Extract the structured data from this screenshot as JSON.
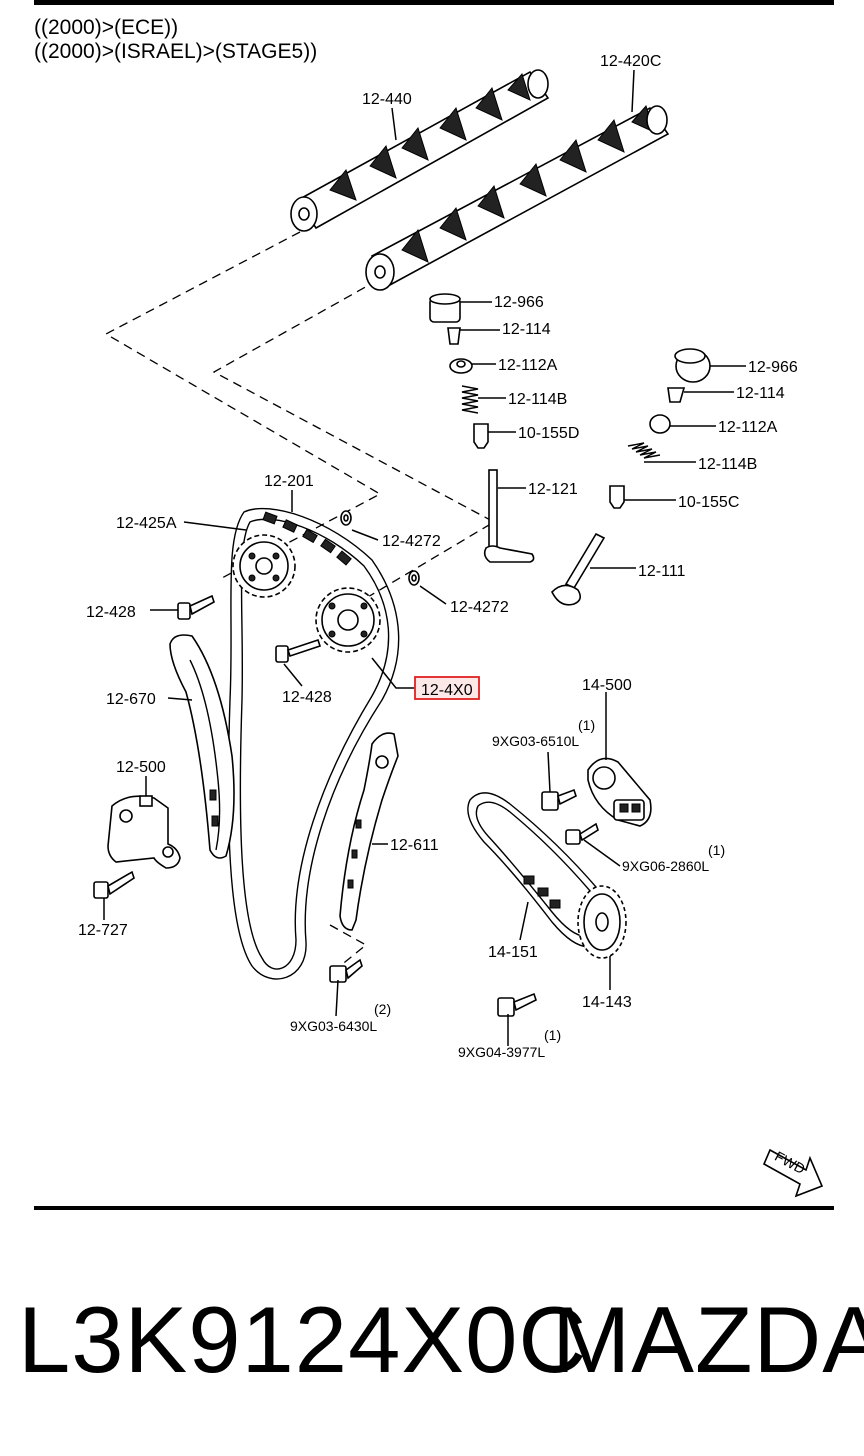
{
  "header": {
    "line1": "((2000)>(ECE))",
    "line2": "((2000)>(ISRAEL)>(STAGE5))"
  },
  "labels": {
    "camshaft_exhaust": "12-440",
    "camshaft_intake": "12-420C",
    "tappet_1": "12-966",
    "keeper_1": "12-114",
    "retainer_1": "12-112A",
    "spring_1": "12-114B",
    "seal_1": "10-155D",
    "tappet_2": "12-966",
    "keeper_2": "12-114",
    "retainer_2": "12-112A",
    "spring_2": "12-114B",
    "seal_2": "10-155C",
    "chain": "12-201",
    "sprocket": "12-425A",
    "washer_1": "12-4272",
    "washer_2": "12-4272",
    "valve_intake": "12-121",
    "valve_exhaust": "12-111",
    "bolt_1": "12-428",
    "bolt_2": "12-428",
    "vvt_highlight": "12-4X0",
    "guide": "12-670",
    "tensioner": "12-500",
    "tensioner_bolt": "12-727",
    "chain_guide": "12-611",
    "oil_pump_bracket": "14-500",
    "bolt_6510": "9XG03-6510L",
    "bolt_6510_qty": "(1)",
    "bolt_2860": "9XG06-2860L",
    "bolt_2860_qty": "(1)",
    "pump_chain": "14-151",
    "pump_sprocket": "14-143",
    "bolt_6430": "9XG03-6430L",
    "bolt_6430_qty": "(2)",
    "bolt_3977": "9XG04-3977L",
    "bolt_3977_qty": "(1)",
    "fwd_arrow": "FWD"
  },
  "icons": {
    "direction": "fwd-arrow-icon"
  },
  "highlight_color": "#e02020",
  "footer": {
    "part_number": "L3K9124X0C",
    "brand": "MAZDA"
  }
}
